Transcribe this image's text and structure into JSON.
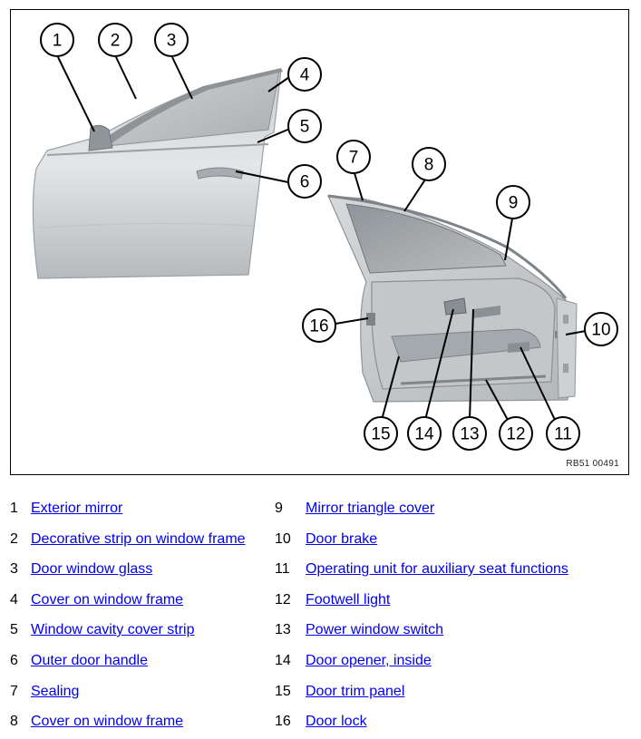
{
  "figure": {
    "code": "RB51 00491",
    "callouts": [
      "1",
      "2",
      "3",
      "4",
      "5",
      "6",
      "7",
      "8",
      "9",
      "10",
      "11",
      "12",
      "13",
      "14",
      "15",
      "16"
    ]
  },
  "legend": {
    "left": [
      {
        "num": "1",
        "label": "Exterior mirror"
      },
      {
        "num": "2",
        "label": "Decorative strip on window frame"
      },
      {
        "num": "3",
        "label": "Door window glass"
      },
      {
        "num": "4",
        "label": "Cover on window frame"
      },
      {
        "num": "5",
        "label": "Window cavity cover strip"
      },
      {
        "num": "6",
        "label": "Outer door handle"
      },
      {
        "num": "7",
        "label": "Sealing"
      },
      {
        "num": "8",
        "label": "Cover on window frame"
      }
    ],
    "right": [
      {
        "num": "9",
        "label": "Mirror triangle cover"
      },
      {
        "num": "10",
        "label": "Door brake"
      },
      {
        "num": "11",
        "label": "Operating unit for auxiliary seat functions"
      },
      {
        "num": "12",
        "label": "Footwell light"
      },
      {
        "num": "13",
        "label": "Power window switch"
      },
      {
        "num": "14",
        "label": "Door opener, inside"
      },
      {
        "num": "15",
        "label": "Door trim panel"
      },
      {
        "num": "16",
        "label": "Door lock"
      }
    ]
  },
  "colors": {
    "link": "#0000ee",
    "door_light": "#d9dcde",
    "door_dark": "#a9aeb2",
    "glass": "#b9bdc0"
  }
}
